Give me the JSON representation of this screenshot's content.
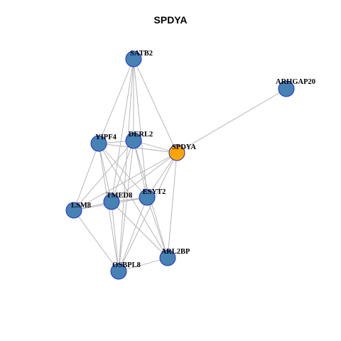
{
  "title": "SPDYA",
  "colors": {
    "node_fill": "#4682B4",
    "node_stroke": "#1f2fcf",
    "focus_fill": "#FFA500",
    "edge": "#b0b0b0"
  },
  "nodes": [
    {
      "id": "SATB2",
      "label": "SATB2",
      "focus": false
    },
    {
      "id": "ARHGAP20",
      "label": "ARHGAP20",
      "focus": false
    },
    {
      "id": "YIPF4",
      "label": "YIPF4",
      "focus": false
    },
    {
      "id": "DERL2",
      "label": "DERL2",
      "focus": false
    },
    {
      "id": "SPDYA",
      "label": "SPDYA",
      "focus": true
    },
    {
      "id": "TMED8",
      "label": "TMED8",
      "focus": false
    },
    {
      "id": "ESYT2",
      "label": "ESYT2",
      "focus": false
    },
    {
      "id": "LSM8",
      "label": "LSM8",
      "focus": false
    },
    {
      "id": "ARL2BP",
      "label": "ARL2BP",
      "focus": false
    },
    {
      "id": "OSBPL8",
      "label": "OSBPL8",
      "focus": false
    }
  ],
  "edges": [
    [
      "SATB2",
      "YIPF4"
    ],
    [
      "SATB2",
      "DERL2"
    ],
    [
      "SATB2",
      "SPDYA"
    ],
    [
      "SATB2",
      "TMED8"
    ],
    [
      "SATB2",
      "ESYT2"
    ],
    [
      "SATB2",
      "OSBPL8"
    ],
    [
      "ARHGAP20",
      "SPDYA"
    ],
    [
      "YIPF4",
      "DERL2"
    ],
    [
      "YIPF4",
      "SPDYA"
    ],
    [
      "YIPF4",
      "TMED8"
    ],
    [
      "YIPF4",
      "ESYT2"
    ],
    [
      "YIPF4",
      "LSM8"
    ],
    [
      "YIPF4",
      "ARL2BP"
    ],
    [
      "YIPF4",
      "OSBPL8"
    ],
    [
      "DERL2",
      "SPDYA"
    ],
    [
      "DERL2",
      "TMED8"
    ],
    [
      "DERL2",
      "ESYT2"
    ],
    [
      "DERL2",
      "LSM8"
    ],
    [
      "DERL2",
      "ARL2BP"
    ],
    [
      "DERL2",
      "OSBPL8"
    ],
    [
      "SPDYA",
      "TMED8"
    ],
    [
      "SPDYA",
      "ESYT2"
    ],
    [
      "SPDYA",
      "LSM8"
    ],
    [
      "SPDYA",
      "ARL2BP"
    ],
    [
      "SPDYA",
      "OSBPL8"
    ],
    [
      "TMED8",
      "ESYT2"
    ],
    [
      "TMED8",
      "LSM8"
    ],
    [
      "TMED8",
      "ARL2BP"
    ],
    [
      "TMED8",
      "OSBPL8"
    ],
    [
      "ESYT2",
      "LSM8"
    ],
    [
      "ESYT2",
      "ARL2BP"
    ],
    [
      "ESYT2",
      "OSBPL8"
    ],
    [
      "LSM8",
      "OSBPL8"
    ],
    [
      "ARL2BP",
      "OSBPL8"
    ]
  ]
}
